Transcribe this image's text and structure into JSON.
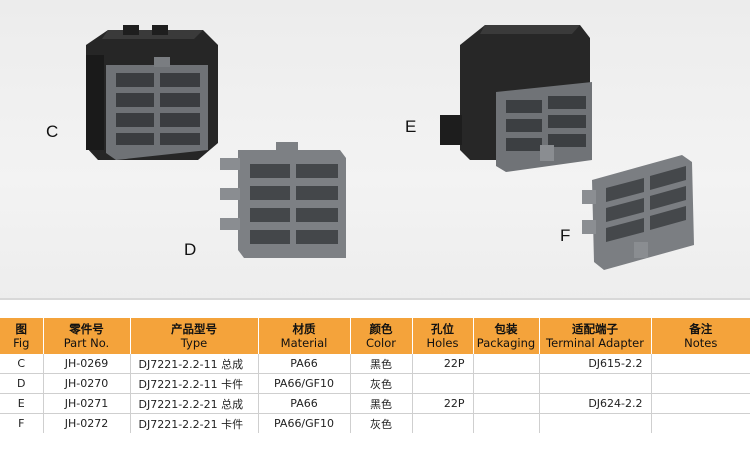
{
  "figures": [
    {
      "id": "C",
      "label": "C"
    },
    {
      "id": "D",
      "label": "D"
    },
    {
      "id": "E",
      "label": "E"
    },
    {
      "id": "F",
      "label": "F"
    }
  ],
  "colors": {
    "header_bg": "#f4a33b",
    "black_part": "#2b2b2b",
    "grey_part": "#7c7e82"
  },
  "table": {
    "columns": [
      {
        "zh": "图",
        "en": "Fig"
      },
      {
        "zh": "零件号",
        "en": "Part No."
      },
      {
        "zh": "产品型号",
        "en": "Type"
      },
      {
        "zh": "材质",
        "en": "Material"
      },
      {
        "zh": "颜色",
        "en": "Color"
      },
      {
        "zh": "孔位",
        "en": "Holes"
      },
      {
        "zh": "包装",
        "en": "Packaging"
      },
      {
        "zh": "适配端子",
        "en": "Terminal Adapter"
      },
      {
        "zh": "备注",
        "en": "Notes"
      }
    ],
    "rows": [
      {
        "fig": "C",
        "part": "JH-0269",
        "type": "DJ7221-2.2-11 总成",
        "material": "PA66",
        "color": "黑色",
        "holes": "22P",
        "packaging": "",
        "terminal": "DJ615-2.2",
        "notes": ""
      },
      {
        "fig": "D",
        "part": "JH-0270",
        "type": "DJ7221-2.2-11 卡件",
        "material": "PA66/GF10",
        "color": "灰色",
        "holes": "",
        "packaging": "",
        "terminal": "",
        "notes": ""
      },
      {
        "fig": "E",
        "part": "JH-0271",
        "type": "DJ7221-2.2-21 总成",
        "material": "PA66",
        "color": "黑色",
        "holes": "22P",
        "packaging": "",
        "terminal": "DJ624-2.2",
        "notes": ""
      },
      {
        "fig": "F",
        "part": "JH-0272",
        "type": "DJ7221-2.2-21 卡件",
        "material": "PA66/GF10",
        "color": "灰色",
        "holes": "",
        "packaging": "",
        "terminal": "",
        "notes": ""
      }
    ]
  }
}
